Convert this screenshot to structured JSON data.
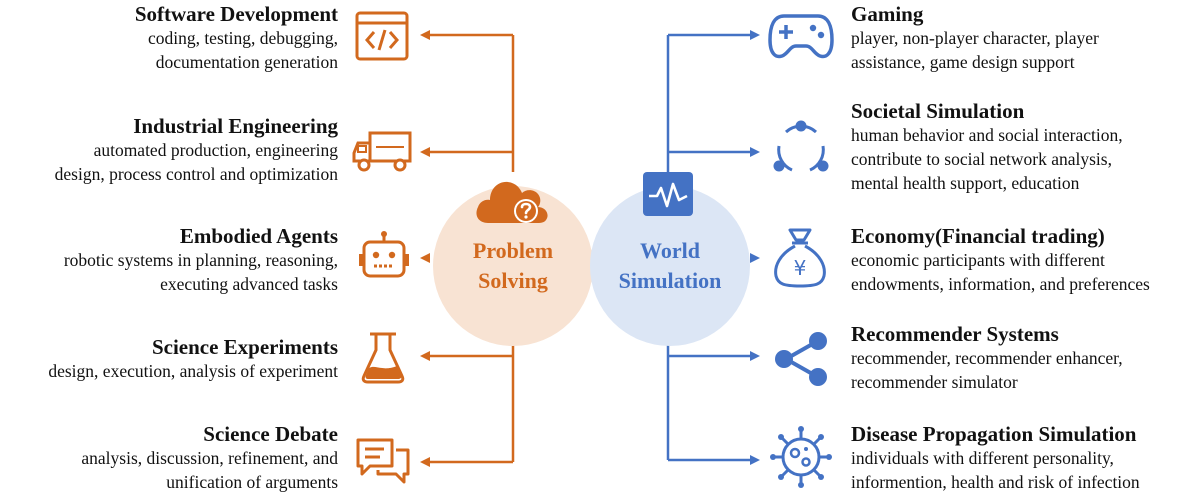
{
  "colors": {
    "problem": "#d2691e",
    "world": "#4472c4",
    "problem_bg": "#f8e3d3",
    "world_bg": "#dce6f5"
  },
  "center": {
    "problem": {
      "line1": "Problem",
      "line2": "Solving"
    },
    "world": {
      "line1": "World",
      "line2": "Simulation"
    }
  },
  "left": [
    {
      "title": "Software Development",
      "lines": [
        "coding, testing, debugging,",
        "documentation generation"
      ],
      "icon": "code-icon"
    },
    {
      "title": "Industrial Engineering",
      "lines": [
        "automated production, engineering",
        "design, process control and optimization"
      ],
      "icon": "truck-icon"
    },
    {
      "title": "Embodied Agents",
      "lines": [
        "robotic systems in planning, reasoning,",
        "executing advanced tasks"
      ],
      "icon": "robot-icon"
    },
    {
      "title": "Science Experiments",
      "lines": [
        "design, execution, analysis of experiment"
      ],
      "icon": "flask-icon"
    },
    {
      "title": "Science Debate",
      "lines": [
        "analysis, discussion, refinement, and",
        "unification of arguments"
      ],
      "icon": "chat-icon"
    }
  ],
  "right": [
    {
      "title": "Gaming",
      "lines": [
        "player, non-player character, player",
        "assistance, game design support"
      ],
      "icon": "gamepad-icon"
    },
    {
      "title": "Societal Simulation",
      "lines": [
        "human behavior and social interaction,",
        "contribute to social network analysis,",
        "mental health support, education"
      ],
      "icon": "cycle-icon"
    },
    {
      "title": "Economy(Financial trading)",
      "lines": [
        "economic participants with different",
        "endowments, information, and preferences"
      ],
      "icon": "money-bag-icon"
    },
    {
      "title": "Recommender Systems",
      "lines": [
        "recommender, recommender enhancer,",
        "recommender simulator"
      ],
      "icon": "share-icon"
    },
    {
      "title": "Disease Propagation Simulation",
      "lines": [
        "individuals with different personality,",
        "informention, health and risk of infection"
      ],
      "icon": "virus-icon"
    }
  ]
}
